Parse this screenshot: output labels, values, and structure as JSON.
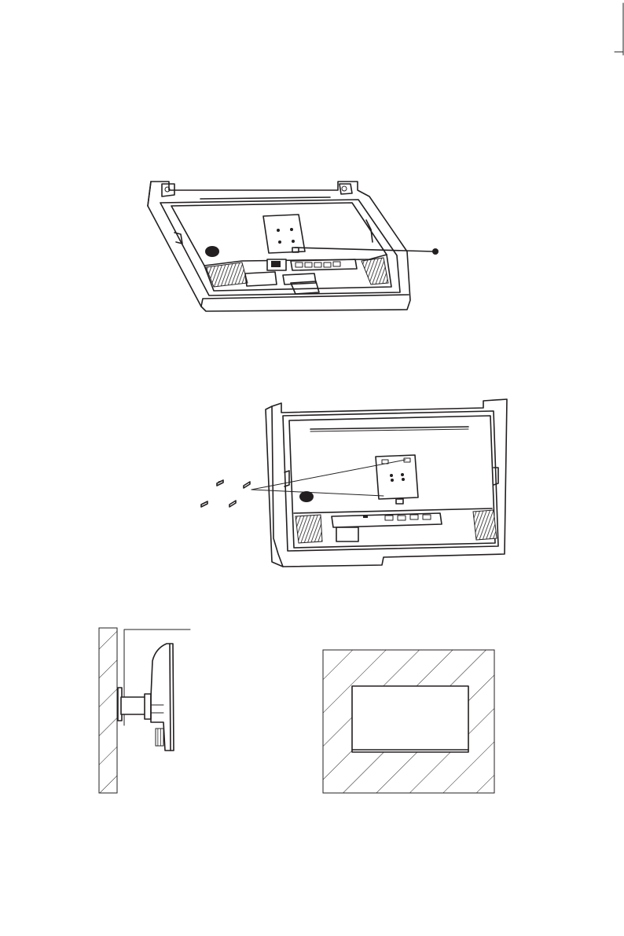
{
  "document": {
    "type": "monitor-wall-mount-instructions",
    "colors": {
      "line": "#231f20",
      "background": "#ffffff"
    },
    "figures": [
      {
        "id": "step-1",
        "icon": "monitor-face-down-in-foam-icon"
      },
      {
        "id": "step-2",
        "icon": "vesa-screws-install-icon"
      },
      {
        "id": "step-3a",
        "icon": "wall-mounted-side-view-icon"
      },
      {
        "id": "step-3b",
        "icon": "wall-mounted-front-view-icon"
      }
    ]
  }
}
